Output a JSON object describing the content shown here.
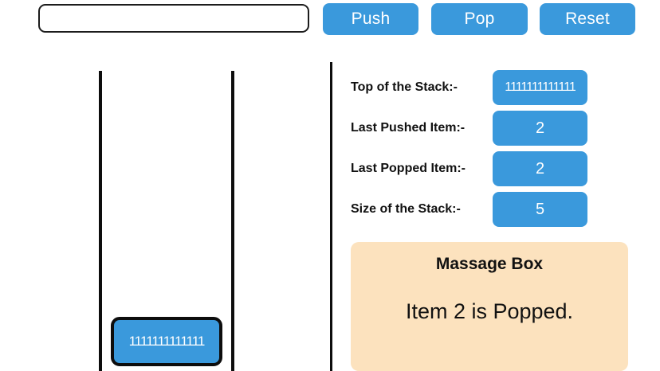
{
  "controls": {
    "input_value": "",
    "input_placeholder": "",
    "push_label": "Push",
    "pop_label": "Pop",
    "reset_label": "Reset"
  },
  "stack": {
    "items": [
      "1111111111111"
    ]
  },
  "info": {
    "rows": [
      {
        "label": "Top of the Stack:-",
        "value": "1111111111111"
      },
      {
        "label": "Last Pushed Item:-",
        "value": "2"
      },
      {
        "label": "Last Popped Item:-",
        "value": "2"
      },
      {
        "label": "Size of the Stack:-",
        "value": "5"
      }
    ]
  },
  "message": {
    "title": "Massage Box",
    "text": "Item 2 is Popped."
  },
  "colors": {
    "accent_blue": "#3a99dc",
    "message_bg": "#fce2be",
    "outline": "#0d0d0d"
  }
}
